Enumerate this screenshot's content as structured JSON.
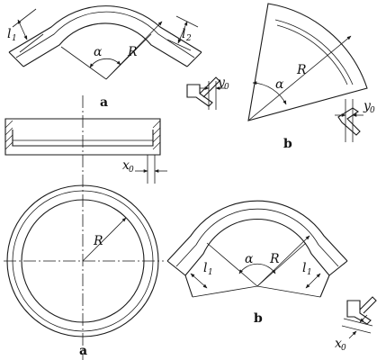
{
  "labels": {
    "top_bend": {
      "l1": "l",
      "l1_sub": "1",
      "l2": "l",
      "l2_sub": "2",
      "alpha": "α",
      "R": "R",
      "y0": "y",
      "y0_sub": "0",
      "caption": "a"
    },
    "sector": {
      "alpha": "α",
      "R": "R",
      "y0": "y",
      "y0_sub": "0",
      "caption": "b"
    },
    "disk": {
      "x0": "x",
      "x0_sub": "0",
      "R": "R",
      "caption": "a"
    },
    "bottom_bend": {
      "l1": "l",
      "l1_sub": "1",
      "l2": "l",
      "l2_sub": "1",
      "alpha": "α",
      "R": "R",
      "x0": "x",
      "x0_sub": "0",
      "caption": "b"
    }
  }
}
